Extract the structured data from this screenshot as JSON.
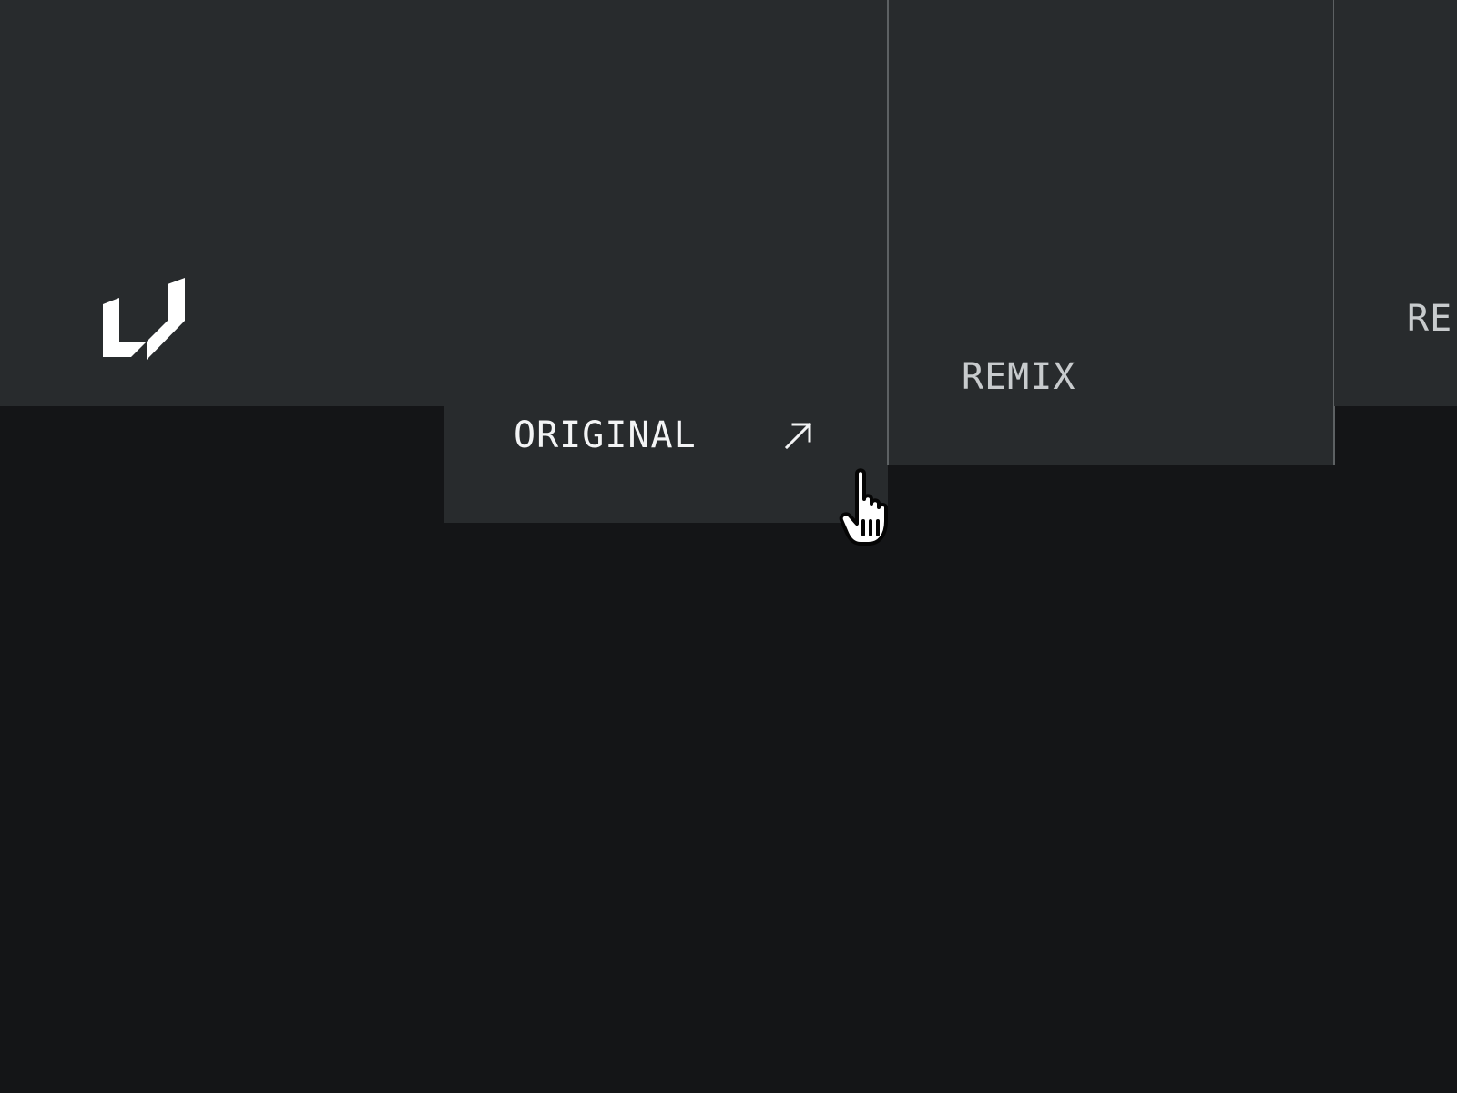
{
  "colors": {
    "page_background": "#141517",
    "header_background": "#282b2d",
    "tab_background": "#282b2d",
    "tab_divider": "#5d6163",
    "active_text": "#f3f4f5",
    "inactive_text": "#c8cbcd",
    "logo": "#ffffff"
  },
  "logo": {
    "icon": "brand-logo-icon"
  },
  "tabs": [
    {
      "label": "ORIGINAL",
      "icon": "arrow-up-right-icon",
      "active": true
    },
    {
      "label": "REMIX",
      "active": false
    },
    {
      "label": "RE",
      "active": false
    }
  ],
  "cursor": {
    "icon": "hand-pointer-icon"
  }
}
